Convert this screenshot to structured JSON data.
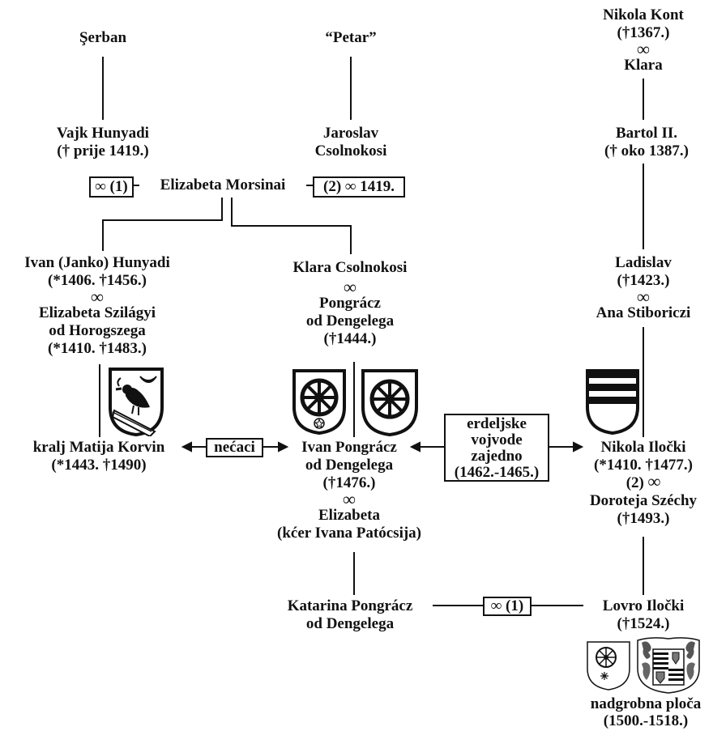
{
  "colors": {
    "ink": "#111111",
    "paper": "#ffffff"
  },
  "people": {
    "serban": "Şerban",
    "petar": "“Petar”",
    "nikola_kont": {
      "name": "Nikola Kont",
      "dates": "(†1367.)"
    },
    "klara": "Klara",
    "vajk": {
      "name": "Vajk Hunyadi",
      "dates": "(† prije 1419.)"
    },
    "jaroslav": {
      "line1": "Jaroslav",
      "line2": "Csolnokosi"
    },
    "bartol": {
      "name": "Bartol II.",
      "dates": "(† oko 1387.)"
    },
    "elizabeta_morsinai": "Elizabeta  Morsinai",
    "ivan_janko": {
      "name": "Ivan (Janko) Hunyadi",
      "dates": "(*1406. †1456.)"
    },
    "elizabeta_szilagyi": {
      "line1": "Elizabeta Szilágyi",
      "line2": "od Horogszega",
      "dates": "(*1410. †1483.)"
    },
    "klara_csolnokosi": "Klara Csolnokosi",
    "pongracz": {
      "line1": "Pongrácz",
      "line2": "od Dengelega",
      "dates": "(†1444.)"
    },
    "ladislav": {
      "name": "Ladislav",
      "dates": "(†1423.)"
    },
    "ana": "Ana Stiboriczi",
    "matija": {
      "name": "kralj  Matija Korvin",
      "dates": "(*1443. †1490)"
    },
    "ivan_pongracz": {
      "line1": "Ivan Pongrácz",
      "line2": "od Dengelega",
      "dates": "(†1476.)"
    },
    "elizabeta_patocsi": {
      "line1": "Elizabeta",
      "line2": "(kćer Ivana Patócsija)"
    },
    "nikola_ilocki": {
      "name": "Nikola Iločki",
      "dates": "(*1410. †1477.)"
    },
    "doroteja": {
      "line1": "Doroteja Széchy",
      "dates": "(†1493.)"
    },
    "katarina": {
      "line1": "Katarina Pongrácz",
      "line2": "od Dengelega"
    },
    "lovro": {
      "name": "Lovro Iločki",
      "dates": "(†1524.)"
    }
  },
  "marriage_symbol": "∞",
  "labels": {
    "marriage_1_left": "∞ (1)",
    "marriage_2_right": "(2) ∞ 1419.",
    "nikola_marriage_2": "(2)",
    "katarina_marriage": "∞ (1)",
    "necaci": "nećaci",
    "vojvode_line1": "erdeljske",
    "vojvode_line2": "vojvode",
    "vojvode_line3": "zajedno",
    "vojvode_line4": "(1462.-1465.)",
    "tomb_line1": "nadgrobna ploča",
    "tomb_line2": "(1500.-1518.)"
  },
  "coats_of_arms": [
    "bird-with-crescent-arms",
    "wheel-arms",
    "wheel-arms-2",
    "striped-arms",
    "tombstone-wheel-arms",
    "tombstone-lions-arms"
  ]
}
